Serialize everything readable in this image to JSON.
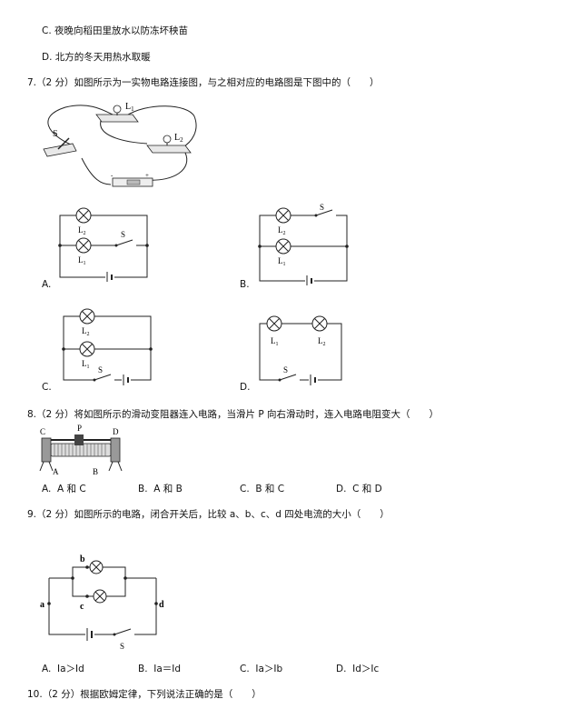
{
  "q6": {
    "optC": "C.  夜晚向稻田里放水以防冻坏秧苗",
    "optD": "D.  北方的冬天用热水取暖"
  },
  "q7": {
    "stem": "7.（2 分）如图所示为一实物电路连接图，与之相对应的电路图是下图中的（　　）",
    "labels": {
      "L1": "L1",
      "L2": "L2",
      "S": "S"
    },
    "options": [
      "A.",
      "B.",
      "C.",
      "D."
    ]
  },
  "q8": {
    "stem": "8.（2 分）将如图所示的滑动变阻器连入电路，当滑片 P 向右滑动时，连入电路电阻变大（　　）",
    "terminals": {
      "C": "C",
      "P": "P",
      "D": "D",
      "A": "A",
      "B": "B"
    },
    "options": [
      {
        "letter": "A.",
        "text": "A 和 C"
      },
      {
        "letter": "B.",
        "text": "A 和 B"
      },
      {
        "letter": "C.",
        "text": "B 和 C"
      },
      {
        "letter": "D.",
        "text": "C 和 D"
      }
    ]
  },
  "q9": {
    "stem": "9.（2 分）如图所示的电路，闭合开关后，比较 a、b、c、d 四处电流的大小（　　）",
    "points": {
      "a": "a",
      "b": "b",
      "c": "c",
      "d": "d",
      "S": "S"
    },
    "options": [
      {
        "letter": "A.",
        "text": "Ia＞Id"
      },
      {
        "letter": "B.",
        "text": "Ia＝Id"
      },
      {
        "letter": "C.",
        "text": "Ia＞Ib"
      },
      {
        "letter": "D.",
        "text": "Id＞Ic"
      }
    ]
  },
  "q10": {
    "stem": "10.（2 分）根据欧姆定律，下列说法正确的是（　　）"
  }
}
